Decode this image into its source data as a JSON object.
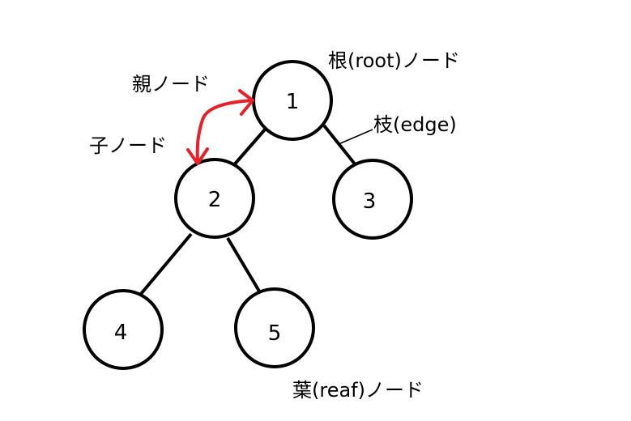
{
  "colors": {
    "stroke": "#000000",
    "arrow": "#e5222a",
    "background": "#ffffff"
  },
  "nodes": [
    {
      "id": "1",
      "label": "1"
    },
    {
      "id": "2",
      "label": "2"
    },
    {
      "id": "3",
      "label": "3"
    },
    {
      "id": "4",
      "label": "4"
    },
    {
      "id": "5",
      "label": "5"
    }
  ],
  "edges": [
    {
      "from": "1",
      "to": "2"
    },
    {
      "from": "1",
      "to": "3"
    },
    {
      "from": "2",
      "to": "4"
    },
    {
      "from": "2",
      "to": "5"
    }
  ],
  "annotations": {
    "root": "根(root)ノード",
    "parent": "親ノード",
    "child": "子ノード",
    "edge": "枝(edge)",
    "leaf": "葉(reaf)ノード"
  }
}
